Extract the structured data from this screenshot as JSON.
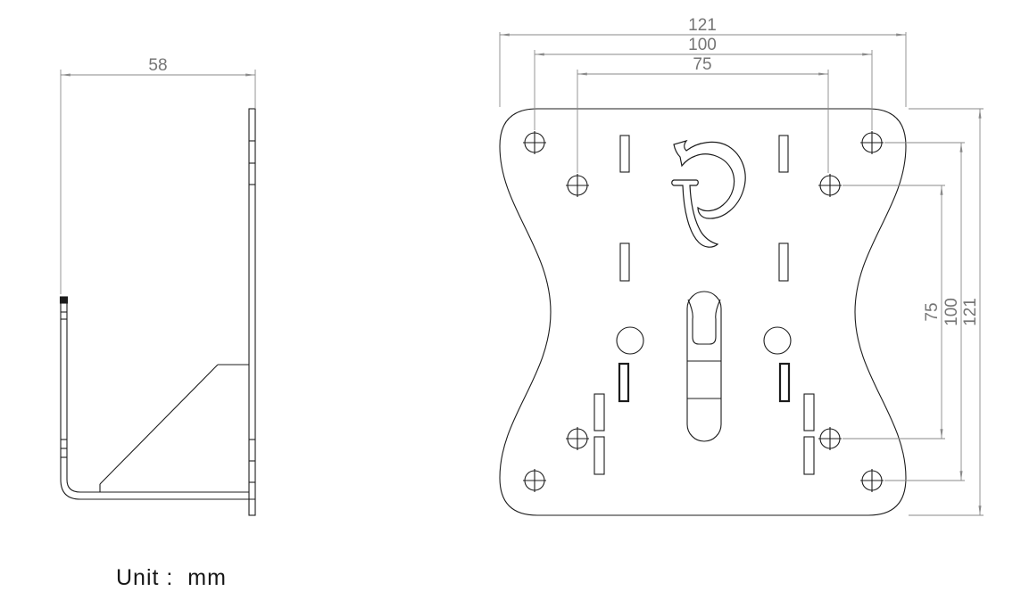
{
  "drawing": {
    "unit_label": "Unit :  mm",
    "dimensions": {
      "side_width": "58",
      "top_width": [
        "121",
        "100",
        "75"
      ],
      "right_height": [
        "75",
        "100",
        "121"
      ]
    },
    "logo": "script-p-brand-logo",
    "colors": {
      "line": "#1c1c1c",
      "dimension": "#8a8a8a",
      "dimension_text": "#757575",
      "background": "#ffffff"
    }
  }
}
